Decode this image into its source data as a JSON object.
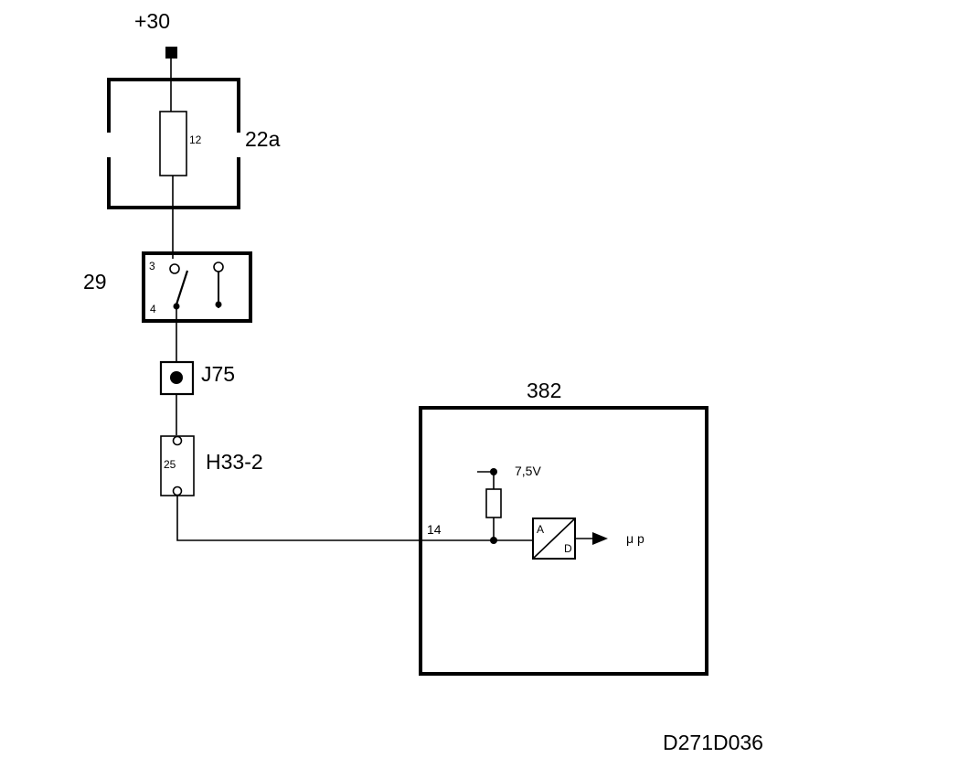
{
  "supply": {
    "label": "+30"
  },
  "fuse_box": {
    "label": "22a",
    "fuse_number": "12"
  },
  "switch": {
    "label": "29",
    "pin_top": "3",
    "pin_bottom": "4"
  },
  "junction": {
    "label": "J75"
  },
  "connector": {
    "label": "H33-2",
    "pin": "25"
  },
  "control_unit": {
    "label": "382",
    "pin": "14",
    "voltage": "7,5V",
    "converter_in": "A",
    "converter_out": "D",
    "output": "μ p"
  },
  "drawing_id": "D271D036",
  "colors": {
    "line": "#000000",
    "background": "#ffffff"
  }
}
